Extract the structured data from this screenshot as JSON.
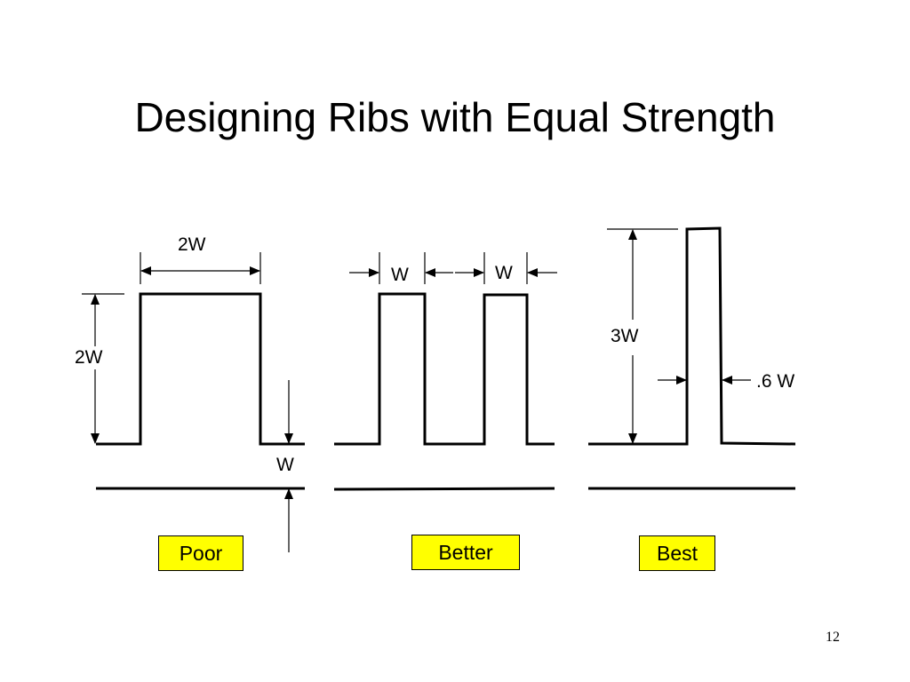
{
  "slide": {
    "title": "Designing Ribs with Equal Strength",
    "page_number": "12",
    "highlight_color": "#ffff00"
  },
  "poor": {
    "label": "Poor",
    "width_label": "2W",
    "height_label": "2W",
    "wall_label": "W"
  },
  "better": {
    "label": "Better",
    "rib1_width_label": "W",
    "rib2_width_label": "W"
  },
  "best": {
    "label": "Best",
    "height_label": "3W",
    "width_label": ".6 W"
  }
}
